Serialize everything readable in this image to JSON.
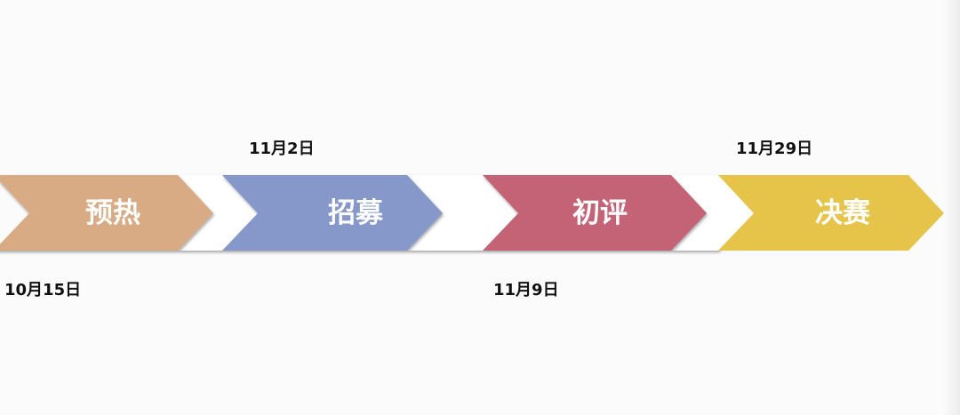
{
  "stages": [
    {
      "label": "预热",
      "color": "#d8ab84"
    },
    {
      "label": "招募",
      "color": "#8598c9"
    },
    {
      "label": "初评",
      "color": "#c46476"
    },
    {
      "label": "决赛",
      "color": "#e6c44a"
    }
  ],
  "dates": {
    "d1": "10月15日",
    "d2": "11月2日",
    "d3": "11月9日",
    "d4": "11月29日"
  }
}
